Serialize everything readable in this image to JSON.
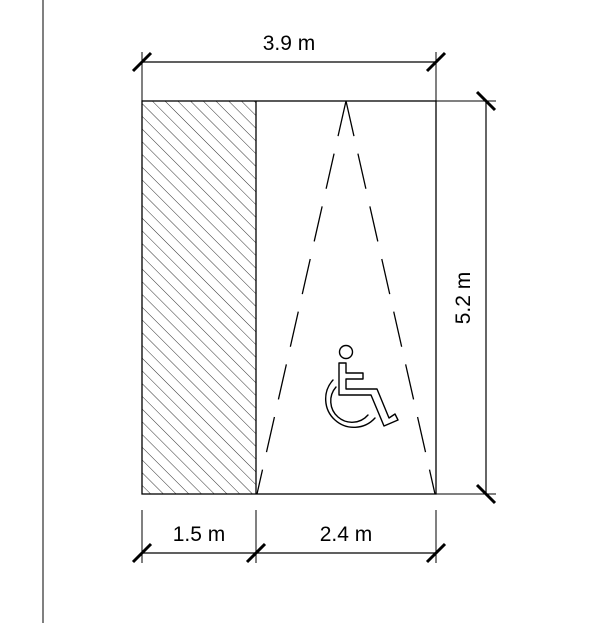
{
  "diagram": {
    "dimensions": {
      "total_width": "3.9 m",
      "depth": "5.2 m",
      "aisle_width": "1.5 m",
      "space_width": "2.4 m"
    },
    "icons": {
      "symbol": "wheelchair-accessible-icon"
    },
    "colors": {
      "line": "#000000",
      "background": "#ffffff"
    }
  }
}
